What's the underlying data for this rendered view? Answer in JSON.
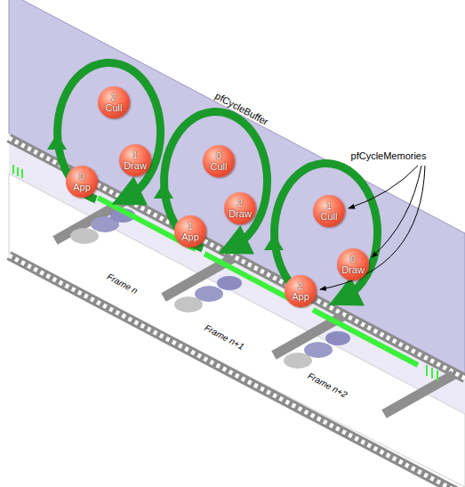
{
  "diagram": {
    "nodes": [
      {
        "text": [
          "2 Cull"
        ]
      },
      {
        "text": [
          "1 Draw"
        ]
      },
      {
        "text": [
          "0 App"
        ]
      },
      {
        "text": [
          "0 Cull"
        ]
      },
      {
        "text": [
          "2 Draw"
        ]
      },
      {
        "text": [
          "1 App"
        ]
      },
      {
        "text": [
          "1 Cull"
        ]
      },
      {
        "text": [
          "0 Draw"
        ]
      },
      {
        "text": [
          "2 App"
        ]
      }
    ],
    "labels": [
      "pfCycleBuffer",
      "pfCycleMemories",
      "Frame n",
      "Frame n+1",
      "Frame n+2"
    ]
  }
}
